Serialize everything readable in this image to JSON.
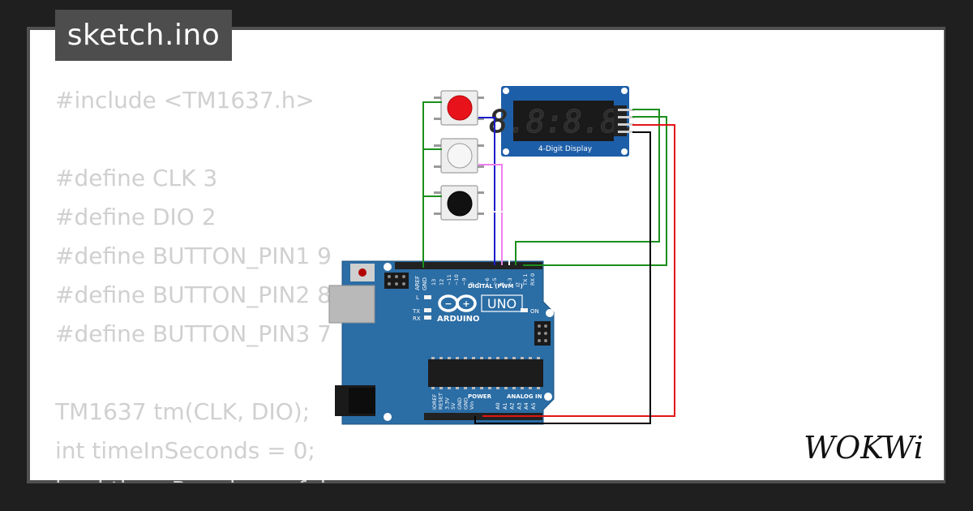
{
  "tab": {
    "filename": "sketch.ino"
  },
  "code": {
    "lines": [
      "#include <TM1637.h>",
      "",
      "#define CLK 3",
      "#define DIO 2",
      "#define BUTTON_PIN1 9",
      "#define BUTTON_PIN2 8",
      "#define BUTTON_PIN3 7",
      "",
      "TM1637 tm(CLK, DIO);",
      "int timeInSeconds = 0;",
      "bool timerRunning = false;"
    ]
  },
  "display": {
    "digits": "8.8:8.8.",
    "label": "4-Digit Display"
  },
  "arduino": {
    "aref": "AREF",
    "gnd": "GND",
    "digital_label": "DIGITAL (PWM ~)",
    "digital_pins": [
      "13",
      "12",
      "~11",
      "~10",
      "~9",
      "8",
      "7",
      "~6",
      "~5",
      "4",
      "~3",
      "2",
      "TX 1",
      "RX 0"
    ],
    "led_l": "L",
    "led_tx": "TX",
    "led_rx": "RX",
    "led_on": "ON",
    "brand": "ARDUINO",
    "model": "UNO",
    "power_label": "POWER",
    "analog_label": "ANALOG IN",
    "power_pins": [
      "IOREF",
      "RESET",
      "3.3V",
      "5V",
      "GND",
      "GND",
      "Vin"
    ],
    "analog_pins": [
      "A0",
      "A1",
      "A2",
      "A3",
      "A4",
      "A5"
    ]
  },
  "buttons": [
    {
      "color": "red",
      "fill": "#e8121a"
    },
    {
      "color": "white",
      "fill": "#f4f4f4"
    },
    {
      "color": "black",
      "fill": "#111111"
    }
  ],
  "wire_colors": {
    "green": "#1b8f1b",
    "blue": "#1a1acc",
    "pink": "#ee82ee",
    "white": "#ffffff",
    "black": "#000000",
    "red": "#e31515"
  },
  "brand_logo": "WOKWi"
}
